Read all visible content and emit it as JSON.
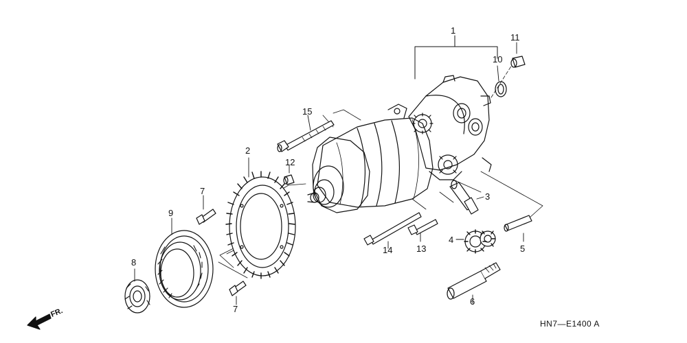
{
  "diagram": {
    "callouts": {
      "p1": "1",
      "p2": "2",
      "p3": "3",
      "p4": "4",
      "p5": "5",
      "p6": "6",
      "p7a": "7",
      "p7b": "7",
      "p8": "8",
      "p9": "9",
      "p10": "10",
      "p11": "11",
      "p12": "12",
      "p13": "13",
      "p14": "14",
      "p15": "15"
    },
    "front_indicator": "FR.",
    "drawing_code": "HN7—E1400 A"
  }
}
